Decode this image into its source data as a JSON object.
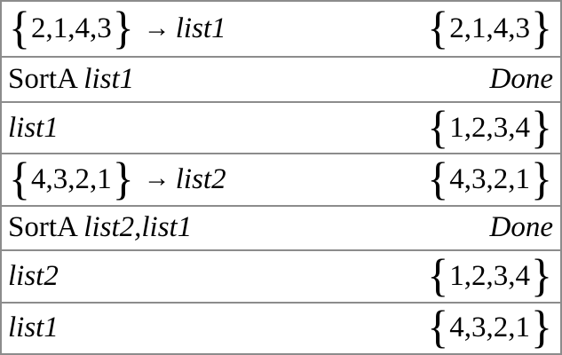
{
  "colors": {
    "background": "#ffffff",
    "border": "#8c8c8c",
    "text": "#000000"
  },
  "history": {
    "rows": [
      {
        "left": [
          {
            "t": "{",
            "s": "brace"
          },
          {
            "t": "2,1,4,3",
            "s": "normal"
          },
          {
            "t": "}",
            "s": "brace"
          },
          {
            "t": "→",
            "s": "arrow"
          },
          {
            "t": "list1",
            "s": "italic"
          }
        ],
        "right": [
          {
            "t": "{",
            "s": "brace"
          },
          {
            "t": "2,1,4,3",
            "s": "normal"
          },
          {
            "t": "}",
            "s": "brace"
          }
        ]
      },
      {
        "left": [
          {
            "t": "SortA ",
            "s": "normal"
          },
          {
            "t": "list1",
            "s": "italic"
          }
        ],
        "right": [
          {
            "t": "Done",
            "s": "italic"
          }
        ]
      },
      {
        "left": [
          {
            "t": "list1",
            "s": "italic"
          }
        ],
        "right": [
          {
            "t": "{",
            "s": "brace"
          },
          {
            "t": "1,2,3,4",
            "s": "normal"
          },
          {
            "t": "}",
            "s": "brace"
          }
        ]
      },
      {
        "left": [
          {
            "t": "{",
            "s": "brace"
          },
          {
            "t": "4,3,2,1",
            "s": "normal"
          },
          {
            "t": "}",
            "s": "brace"
          },
          {
            "t": "→",
            "s": "arrow"
          },
          {
            "t": "list2",
            "s": "italic"
          }
        ],
        "right": [
          {
            "t": "{",
            "s": "brace"
          },
          {
            "t": "4,3,2,1",
            "s": "normal"
          },
          {
            "t": "}",
            "s": "brace"
          }
        ]
      },
      {
        "left": [
          {
            "t": "SortA ",
            "s": "normal"
          },
          {
            "t": "list2,list1",
            "s": "italic"
          }
        ],
        "right": [
          {
            "t": "Done",
            "s": "italic"
          }
        ]
      },
      {
        "left": [
          {
            "t": "list2",
            "s": "italic"
          }
        ],
        "right": [
          {
            "t": "{",
            "s": "brace"
          },
          {
            "t": "1,2,3,4",
            "s": "normal"
          },
          {
            "t": "}",
            "s": "brace"
          }
        ]
      },
      {
        "left": [
          {
            "t": "list1",
            "s": "italic"
          }
        ],
        "right": [
          {
            "t": "{",
            "s": "brace"
          },
          {
            "t": "4,3,2,1",
            "s": "normal"
          },
          {
            "t": "}",
            "s": "brace"
          }
        ]
      }
    ]
  }
}
